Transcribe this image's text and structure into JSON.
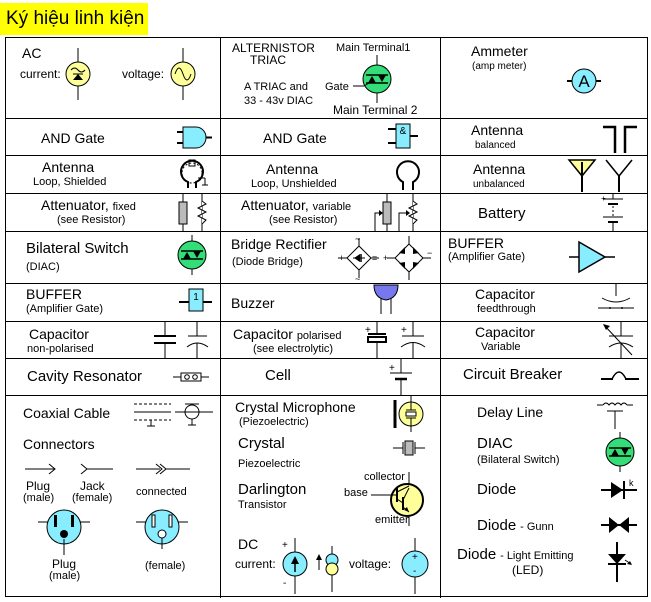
{
  "title": "Ký hiệu linh kiện",
  "colors": {
    "title_bg": "#ffff00",
    "yellow_fill": "#ffff99",
    "green_fill": "#33dd77",
    "cyan_fill": "#88eeff",
    "blue_fill": "#7777ee",
    "gray_fill": "#bbbbbb"
  },
  "cells": {
    "ac": {
      "title": "AC",
      "current_label": "current:",
      "voltage_label": "voltage:"
    },
    "alternistor": {
      "title1": "ALTERNISTOR",
      "title2": "TRIAC",
      "desc1": "A TRIAC and",
      "desc2": "33 - 43v DIAC",
      "mt1": "Main Terminal1",
      "gate": "Gate",
      "mt2": "Main Terminal 2"
    },
    "ammeter": {
      "title": "Ammeter",
      "sub": "(amp meter)",
      "glyph": "A"
    },
    "and_gate_1": {
      "title": "AND Gate"
    },
    "and_gate_2": {
      "title": "AND Gate",
      "glyph": "&"
    },
    "antenna_balanced": {
      "title": "Antenna",
      "sub": "balanced"
    },
    "antenna_loop_shielded": {
      "title": "Antenna",
      "sub": "Loop, Shielded"
    },
    "antenna_loop_unshielded": {
      "title": "Antenna",
      "sub": "Loop, Unshielded"
    },
    "antenna_unbalanced": {
      "title": "Antenna",
      "sub": "unbalanced"
    },
    "attenuator_fixed": {
      "title": "Attenuator,",
      "title_small": "fixed",
      "sub": "(see Resistor)"
    },
    "attenuator_variable": {
      "title": "Attenuator,",
      "title_small": "variable",
      "sub": "(see Resistor)"
    },
    "battery": {
      "title": "Battery",
      "plus": "+"
    },
    "bilateral_switch": {
      "title": "Bilateral Switch",
      "sub": "(DIAC)"
    },
    "bridge_rectifier": {
      "title": "Bridge Rectifier",
      "sub": "(Diode Bridge)",
      "plus": "+",
      "minus": "=",
      "ac": "~"
    },
    "buffer_triangle": {
      "title": "BUFFER",
      "sub": "(Amplifier Gate)"
    },
    "buffer_box": {
      "title": "BUFFER",
      "sub": "(Amplifier Gate)",
      "glyph": "1"
    },
    "buzzer": {
      "title": "Buzzer"
    },
    "capacitor_feedthrough": {
      "title": "Capacitor",
      "sub": "feedthrough"
    },
    "capacitor_nonpolarised": {
      "title": "Capacitor",
      "sub": "non-polarised"
    },
    "capacitor_polarised": {
      "title": "Capacitor",
      "title_small": "polarised",
      "sub": "(see electrolytic)",
      "plus": "+"
    },
    "capacitor_variable": {
      "title": "Capacitor",
      "sub": "Variable"
    },
    "cavity_resonator": {
      "title": "Cavity Resonator"
    },
    "cell": {
      "title": "Cell",
      "plus": "+"
    },
    "circuit_breaker": {
      "title": "Circuit Breaker"
    },
    "coaxial_cable": {
      "title": "Coaxial Cable"
    },
    "connectors": {
      "title": "Connectors",
      "plug_label": "Plug",
      "plug_sub": "(male)",
      "jack_label": "Jack",
      "jack_sub": "(female)",
      "connected_label": "connected",
      "plug2_label": "Plug",
      "plug2_sub": "(male)",
      "female_label": "(female)"
    },
    "crystal_microphone": {
      "title": "Crystal Microphone",
      "sub": "(Piezoelectric)"
    },
    "crystal": {
      "title": "Crystal",
      "sub": "Piezoelectric"
    },
    "darlington": {
      "title": "Darlington",
      "sub": "Transistor",
      "collector": "collector",
      "base": "base",
      "emitter": "emitter"
    },
    "dc": {
      "title": "DC",
      "current_label": "current:",
      "voltage_label": "voltage:",
      "plus": "+",
      "minus": "-"
    },
    "delay_line": {
      "title": "Delay Line"
    },
    "diac": {
      "title": "DIAC",
      "sub": "(Bilateral Switch)"
    },
    "diode": {
      "title": "Diode",
      "k": "k"
    },
    "diode_gunn": {
      "title": "Diode",
      "title_small": "- Gunn"
    },
    "diode_led": {
      "title": "Diode",
      "title_small": "- Light Emitting",
      "sub": "(LED)"
    }
  }
}
